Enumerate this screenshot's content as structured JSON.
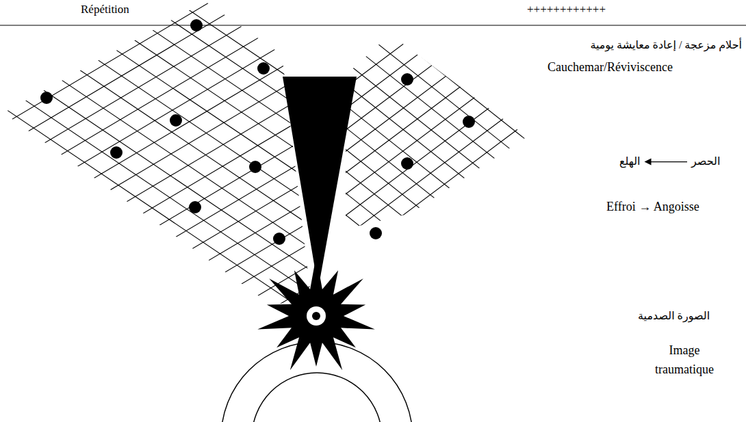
{
  "diagram": {
    "labels": [
      "Répétition",
      "++++++++++++",
      "أحلام مزعجة / إعادة معايشة يومية",
      "Cauchemar/Réviviscence",
      "الهلع",
      "الحصر",
      "Effroi → Angoisse",
      "الصورة الصدمية",
      "Image traumatique"
    ]
  }
}
